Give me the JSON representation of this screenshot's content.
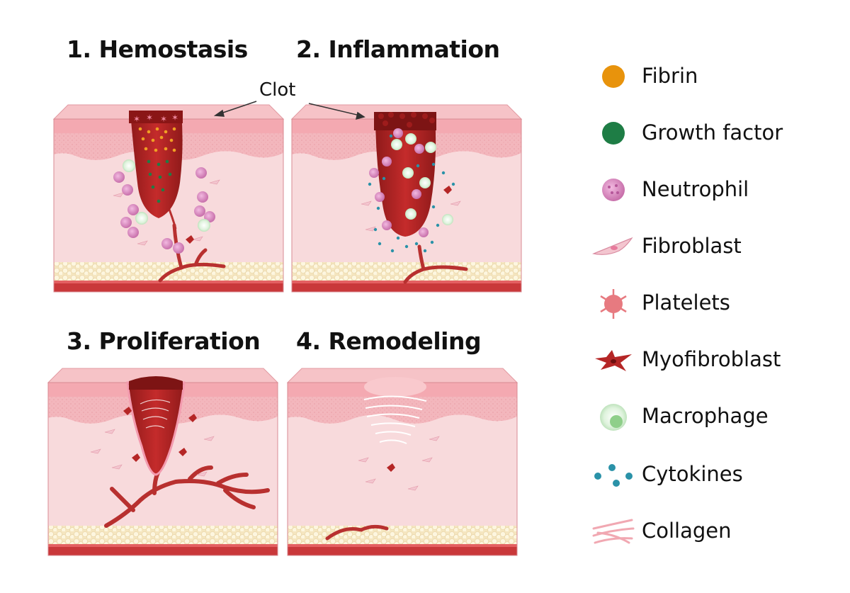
{
  "panels": [
    {
      "title": "1. Hemostasis"
    },
    {
      "title": "2. Inflammation"
    },
    {
      "title": "3. Proliferation"
    },
    {
      "title": "4. Remodeling"
    }
  ],
  "clot_label": "Clot",
  "legend": [
    {
      "label": "Fibrin",
      "icon": "fibrin-icon",
      "color": "#e8930c"
    },
    {
      "label": "Growth factor",
      "icon": "growth-factor-icon",
      "color": "#1e7d45"
    },
    {
      "label": "Neutrophil",
      "icon": "neutrophil-icon",
      "color": "#d98bc0"
    },
    {
      "label": "Fibroblast",
      "icon": "fibroblast-icon",
      "color": "#f3c5cf"
    },
    {
      "label": "Platelets",
      "icon": "platelets-icon",
      "color": "#e77a80"
    },
    {
      "label": "Myofibroblast",
      "icon": "myofibroblast-icon",
      "color": "#b52626"
    },
    {
      "label": "Macrophage",
      "icon": "macrophage-icon",
      "color": "#cfeccd"
    },
    {
      "label": "Cytokines",
      "icon": "cytokines-icon",
      "color": "#2a92a8"
    },
    {
      "label": "Collagen",
      "icon": "collagen-icon",
      "color": "#f1a8b2"
    }
  ],
  "colors": {
    "epidermis": "#f4b7bd",
    "dermis": "#f7d6d8",
    "dermis_dots": "#e89ba4",
    "fat": "#fbf1d6",
    "vessel": "#b8302f",
    "clot": "#b32222",
    "clot_dark": "#7d1414"
  }
}
